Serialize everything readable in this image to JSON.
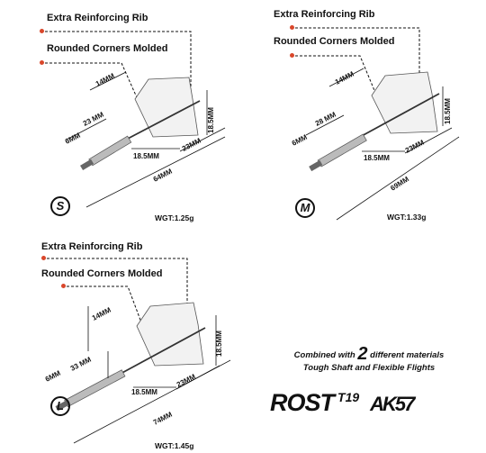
{
  "colors": {
    "accent_dot": "#d9472b",
    "line": "#111111"
  },
  "panels": [
    {
      "id": "S",
      "rib_label": "Extra Reinforcing Rib",
      "corners_label": "Rounded Corners Molded",
      "dims": {
        "top_width": "14MM",
        "shaft_top": "23 MM",
        "shaft_bottom": "6MM",
        "flight_height": "18.5MM",
        "flight_width": "23MM",
        "flight_root": "18.5MM",
        "total": "64MM"
      },
      "weight": "WGT:1.25g",
      "size": "S"
    },
    {
      "id": "M",
      "rib_label": "Extra Reinforcing Rib",
      "corners_label": "Rounded Corners Molded",
      "dims": {
        "top_width": "14MM",
        "shaft_top": "28 MM",
        "shaft_bottom": "6MM",
        "flight_height": "18.5MM",
        "flight_width": "23MM",
        "flight_root": "18.5MM",
        "total": "69MM"
      },
      "weight": "WGT:1.33g",
      "size": "M"
    },
    {
      "id": "L",
      "rib_label": "Extra Reinforcing Rib",
      "corners_label": "Rounded Corners Molded",
      "dims": {
        "top_width": "14MM",
        "shaft_top": "33 MM",
        "shaft_bottom": "6MM",
        "flight_height": "18.5MM",
        "flight_width": "23MM",
        "flight_root": "18.5MM",
        "total": "74MM"
      },
      "weight": "WGT:1.45g",
      "size": "L"
    }
  ],
  "combined": {
    "prefix": "Combined with",
    "number": "2",
    "suffix": "different materials",
    "line2": "Tough Shaft and Flexible Flights"
  },
  "brand": {
    "rost": "ROST",
    "t19": "T19",
    "ak57": "AK57"
  }
}
